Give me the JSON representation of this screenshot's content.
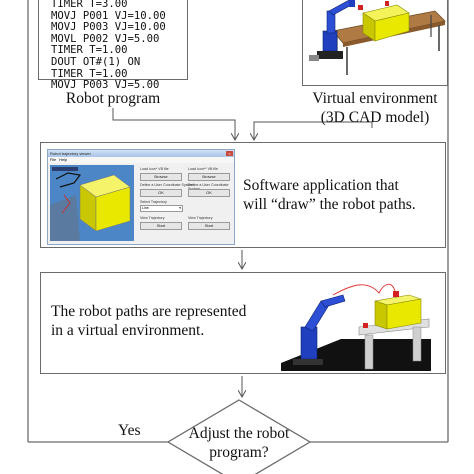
{
  "program_lines": [
    "TIMER T=3.00",
    "MOVJ P001 VJ=10.00",
    "MOVJ P003 VJ=10.00",
    "MOVL P002 VJ=5.00",
    "TIMER T=1.00",
    "DOUT OT#(1) ON",
    "TIMER T=1.00",
    "MOVJ P003 VJ=5.00"
  ],
  "labels": {
    "robot_program": "Robot program",
    "virtual_env_line1": "Virtual environment",
    "virtual_env_line2": "(3D CAD model)",
    "software_text_line1": "Software application that",
    "software_text_line2": "will “draw” the robot paths.",
    "paths_text_line1": "The robot paths are represented",
    "paths_text_line2": "in a virtual environment.",
    "decision_line1": "Adjust the robot",
    "decision_line2": "program?",
    "yes": "Yes"
  },
  "app_window": {
    "title": "Robot trajectory viewer",
    "menu": [
      "File",
      "Help"
    ],
    "load_icon_label": "Load Icon* VB file",
    "load_trajectory_label": "Load Icon** VB file",
    "browse_1": "Browse",
    "browse_2": "Browse",
    "define_user_cs_1": "Define a User Coordinate System",
    "define_user_cs_2": "Define a User Coordinate System",
    "ok_1": "OK",
    "ok_2": "OK",
    "select_trajectory": "Select Trajectory",
    "trajectory_option": "Line",
    "view_trajectory_1": "View Trajectory",
    "view_trajectory_2": "View Trajectory",
    "start_1": "Start",
    "start_2": "Start"
  },
  "colors": {
    "robot_blue": "#1f3fbf",
    "cad_yellow": "#e8e800",
    "table_wood": "#9b6a3c",
    "stand_gray": "#d9d9d9",
    "outline": "#6b6b6b"
  }
}
